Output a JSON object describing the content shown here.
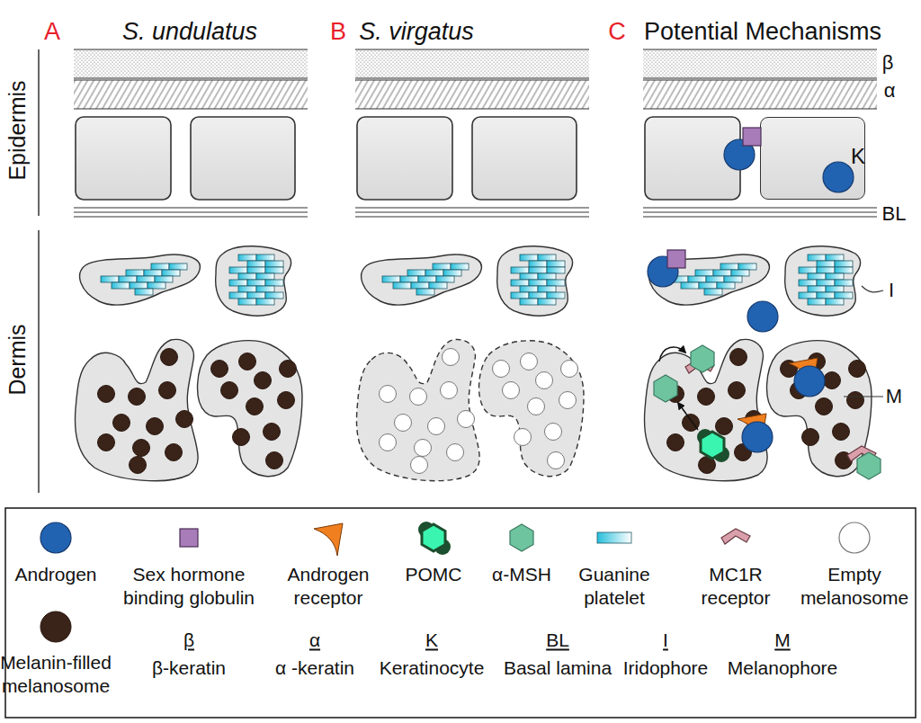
{
  "diagram": {
    "nodes": [
      {
        "text": [
          "K"
        ]
      }
    ],
    "labels": [
      "A",
      "S. undulatus",
      "B",
      "S. virgatus",
      "C",
      "Potential Mechanisms",
      "Epidermis",
      "Dermis",
      "β",
      "α",
      "BL",
      "I",
      "M",
      "β",
      "α",
      "K",
      "BL",
      "I",
      "M"
    ],
    "legend": [
      {
        "text": "Androgen"
      },
      {
        "text": "Sex hormone binding globulin"
      },
      {
        "text": "Androgen receptor"
      },
      {
        "text": "POMC"
      },
      {
        "text": "α-MSH"
      },
      {
        "text": "Guanine platelet"
      },
      {
        "text": "MC1R receptor"
      },
      {
        "text": "Empty melanosome"
      },
      {
        "text": "Melanin-filled melanosome"
      },
      {
        "text": "β-keratin"
      },
      {
        "text": "α -keratin"
      },
      {
        "text": "Keratinocyte"
      },
      {
        "text": "Basal lamina"
      },
      {
        "text": "Iridophore"
      },
      {
        "text": "Melanophore"
      }
    ]
  }
}
